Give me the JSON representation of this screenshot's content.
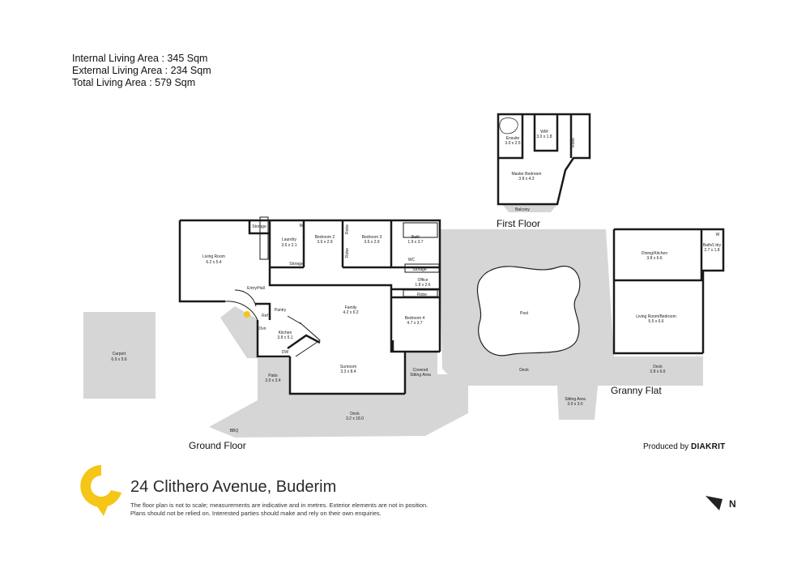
{
  "areas": {
    "internal": "Internal Living Area : 345 Sqm",
    "external": "External Living Area : 234 Sqm",
    "total": "Total Living Area : 579 Sqm"
  },
  "floors": {
    "ground": "Ground Floor",
    "first": "First Floor",
    "granny": "Granny Flat"
  },
  "rooms": {
    "carport": {
      "name": "Carport",
      "size": "6.9 x 5.6"
    },
    "living": {
      "name": "Living Room",
      "size": "6.2 x 5.4"
    },
    "storage1": {
      "name": "Storage"
    },
    "laundry": {
      "name": "Laundry",
      "size": "3.6 x 2.1"
    },
    "storage2": {
      "name": "Storage"
    },
    "w1": {
      "name": "W"
    },
    "bed2": {
      "name": "Bedroom 2",
      "size": "3.6 x 2.9"
    },
    "robe1": {
      "name": "Robe"
    },
    "robe2": {
      "name": "Robe"
    },
    "bed3": {
      "name": "Bedroom 3",
      "size": "3.6 x 2.9"
    },
    "bath": {
      "name": "Bath",
      "size": "1.9 x 3.7"
    },
    "wc": {
      "name": "WC"
    },
    "storage3": {
      "name": "Storage"
    },
    "office": {
      "name": "Office",
      "size": "1.8 x 2.6"
    },
    "robe3": {
      "name": "Robe"
    },
    "entry": {
      "name": "Entry/Hall"
    },
    "pantry": {
      "name": "Pantry"
    },
    "ref": {
      "name": "Ref"
    },
    "ovn": {
      "name": "Ovn"
    },
    "dw": {
      "name": "DW"
    },
    "kitchen": {
      "name": "Kitchen",
      "size": "3.8 x 5.1"
    },
    "family": {
      "name": "Family",
      "size": "4.2 x 6.2"
    },
    "bed4": {
      "name": "Bedroom 4",
      "size": "4.7 x 3.7"
    },
    "sunroom": {
      "name": "Sunroom",
      "size": "3.3 x 8.4"
    },
    "covered": {
      "name": "Covered",
      "name2": "Sitting Area"
    },
    "patio": {
      "name": "Patio",
      "size": "3.0 x 3.4"
    },
    "deck": {
      "name": "Deck",
      "size": "3.2 x 18.0"
    },
    "bbq": {
      "name": "BBQ"
    },
    "pool": {
      "name": "Pool"
    },
    "pooldeck": {
      "name": "Deck"
    },
    "sitting": {
      "name": "Sitting Area",
      "size": "3.0 x 3.0"
    },
    "ensuite": {
      "name": "Ensuite",
      "size": "3.0 x 2.5"
    },
    "wir": {
      "name": "WIR",
      "size": "3.0 x 1.8"
    },
    "robe4": {
      "name": "Robe"
    },
    "master": {
      "name": "Master Bedroom",
      "size": "3.8 x 4.3"
    },
    "balcony": {
      "name": "Balcony"
    },
    "dining": {
      "name": "Dining/Kitchen",
      "size": "3.8 x 6.6"
    },
    "bathl": {
      "name": "Bath/L'dry",
      "size": "2.7 x 1.8"
    },
    "w2": {
      "name": "W"
    },
    "livingbed": {
      "name": "Living Room/Bedroom",
      "size": "5.5 x 6.6"
    },
    "gdeck": {
      "name": "Deck",
      "size": "2.8 x 6.6"
    }
  },
  "produced": {
    "prefix": "Produced by",
    "brand": "DIAKRIT"
  },
  "address": "24 Clithero Avenue, Buderim",
  "disclaimer": {
    "line1": "The floor plan is not to scale; measurements are indicative and in metres. Exterior elements are not in position.",
    "line2": "Plans should not be relied on. Interested parties should make and rely on their own enquiries."
  },
  "north": "N",
  "colors": {
    "logo": "#f5c518",
    "wall": "#1a1a1a",
    "exterior": "#d6d6d6"
  }
}
